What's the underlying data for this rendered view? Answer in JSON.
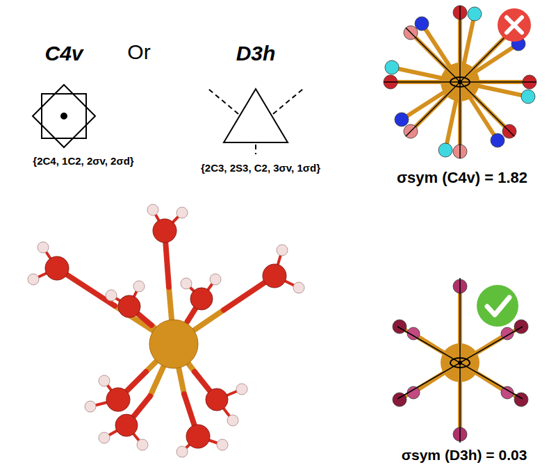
{
  "diagram": {
    "labels": [
      "C4v",
      "Or",
      "D3h",
      "{2C4, 1C2, 2σv, 2σd}",
      "{2C3, 2S3, C2, 3σv, 1σd}",
      "σsym (C4v) = 1.82",
      "σsym (D3h) = 0.03"
    ]
  }
}
